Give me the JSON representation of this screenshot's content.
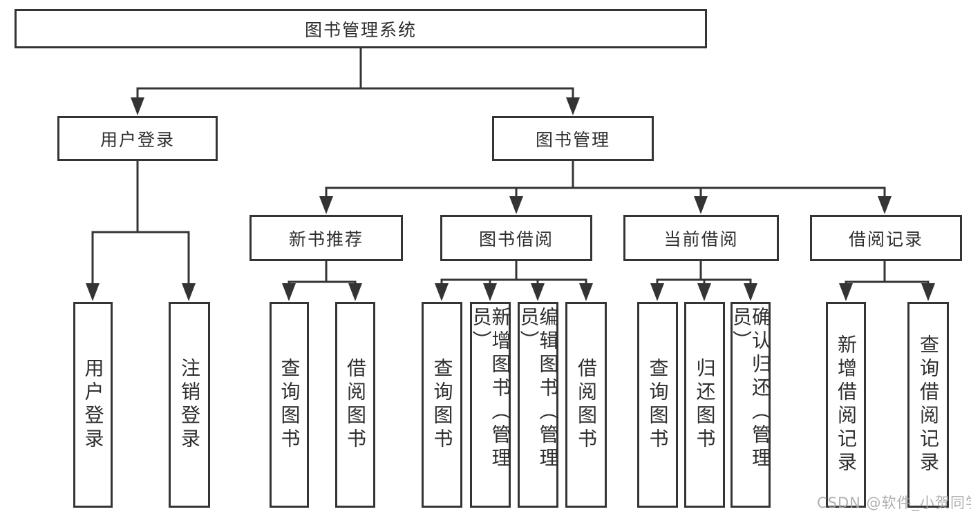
{
  "diagram": {
    "type": "hierarchy-flowchart",
    "colors": {
      "line": "#343434",
      "box_border": "#343434",
      "box_fill": "#ffffff",
      "text": "#2e2e2e",
      "watermark_text_color": "#a5a5a5"
    },
    "tree": {
      "root": {
        "label": "图书管理系统",
        "children": [
          {
            "label": "用户登录",
            "children": [
              {
                "label": "用户登录"
              },
              {
                "label": "注销登录"
              }
            ]
          },
          {
            "label": "图书管理",
            "children": [
              {
                "label": "新书推荐",
                "children": [
                  {
                    "label": "查询图书"
                  },
                  {
                    "label": "借阅图书"
                  }
                ]
              },
              {
                "label": "图书借阅",
                "children": [
                  {
                    "label": "查询图书"
                  },
                  {
                    "label": "新增图书（管理员）"
                  },
                  {
                    "label": "编辑图书（管理员）"
                  },
                  {
                    "label": "借阅图书"
                  }
                ]
              },
              {
                "label": "当前借阅",
                "children": [
                  {
                    "label": "查询图书"
                  },
                  {
                    "label": "归还图书"
                  },
                  {
                    "label": "确认归还（管理员）"
                  }
                ]
              },
              {
                "label": "借阅记录",
                "children": [
                  {
                    "label": "新增借阅记录"
                  },
                  {
                    "label": "查询借阅记录"
                  }
                ]
              }
            ]
          }
        ]
      }
    },
    "watermark": {
      "text": "CSDN @软件_小贺同学"
    }
  }
}
